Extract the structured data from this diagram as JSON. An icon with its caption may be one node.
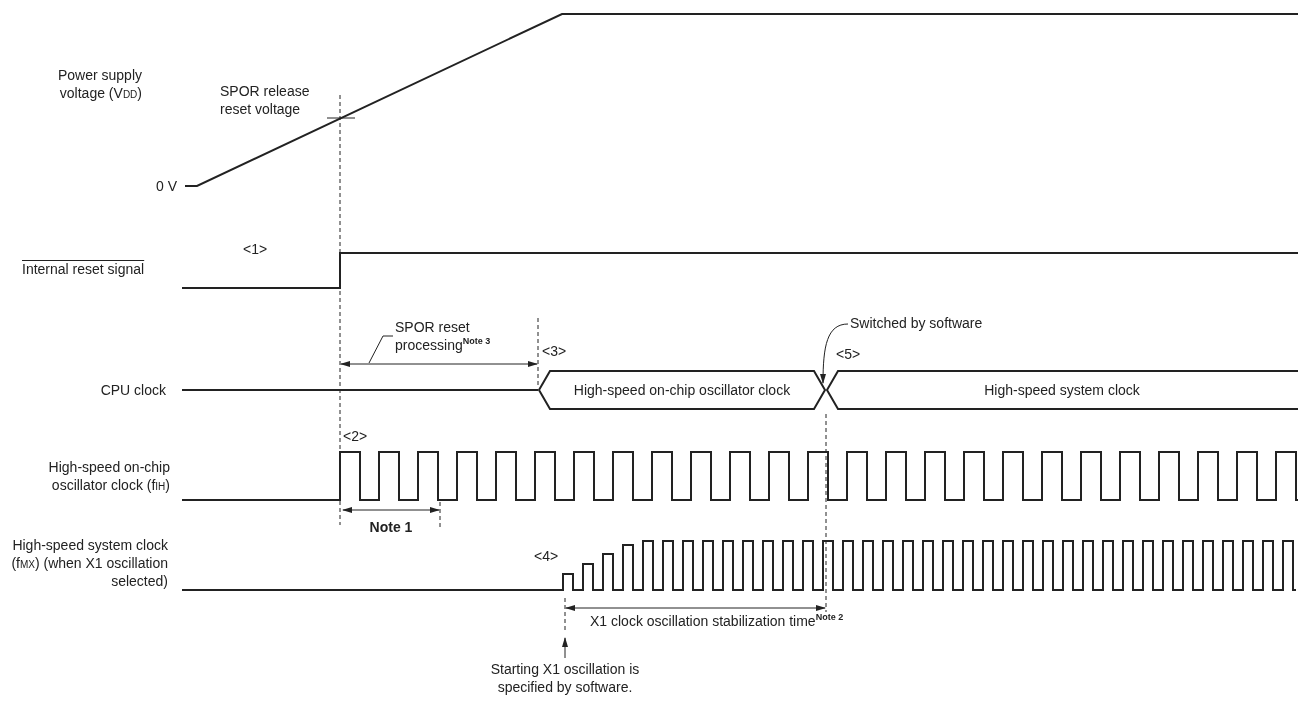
{
  "diagram": {
    "nodes": [
      {
        "text": [
          "High-speed on-chip oscillator clock"
        ]
      },
      {
        "text": [
          "High-speed system clock"
        ]
      },
      {
        "text": [
          "Switched by software"
        ]
      },
      {
        "text": [
          "Starting X1 oscillation is specified by software."
        ]
      },
      {
        "text": [
          "SPOR reset processing$^{Note 3}$"
        ]
      }
    ],
    "edges": [
      {
        "from": 2,
        "to": 0,
        "arrow": "to"
      },
      {
        "from": 3,
        "to": null,
        "arrow": "to"
      },
      {
        "from": 4,
        "to": null,
        "arrow": "none"
      }
    ],
    "labels": [
      "Power supply voltage (V$_{DD}$)",
      "SPOR release reset voltage",
      "0 V",
      "<1>",
      "Internal reset signal",
      "<3>",
      "<5>",
      "CPU clock",
      "<2>",
      "High-speed on-chip oscillator clock (f$_{IH}$)",
      "Note 1",
      "High-speed system clock (f$_{MX}$) (when X1 oscillation selected)",
      "<4>",
      "X1 clock oscillation stabilization time$^{Note 2}$"
    ]
  }
}
